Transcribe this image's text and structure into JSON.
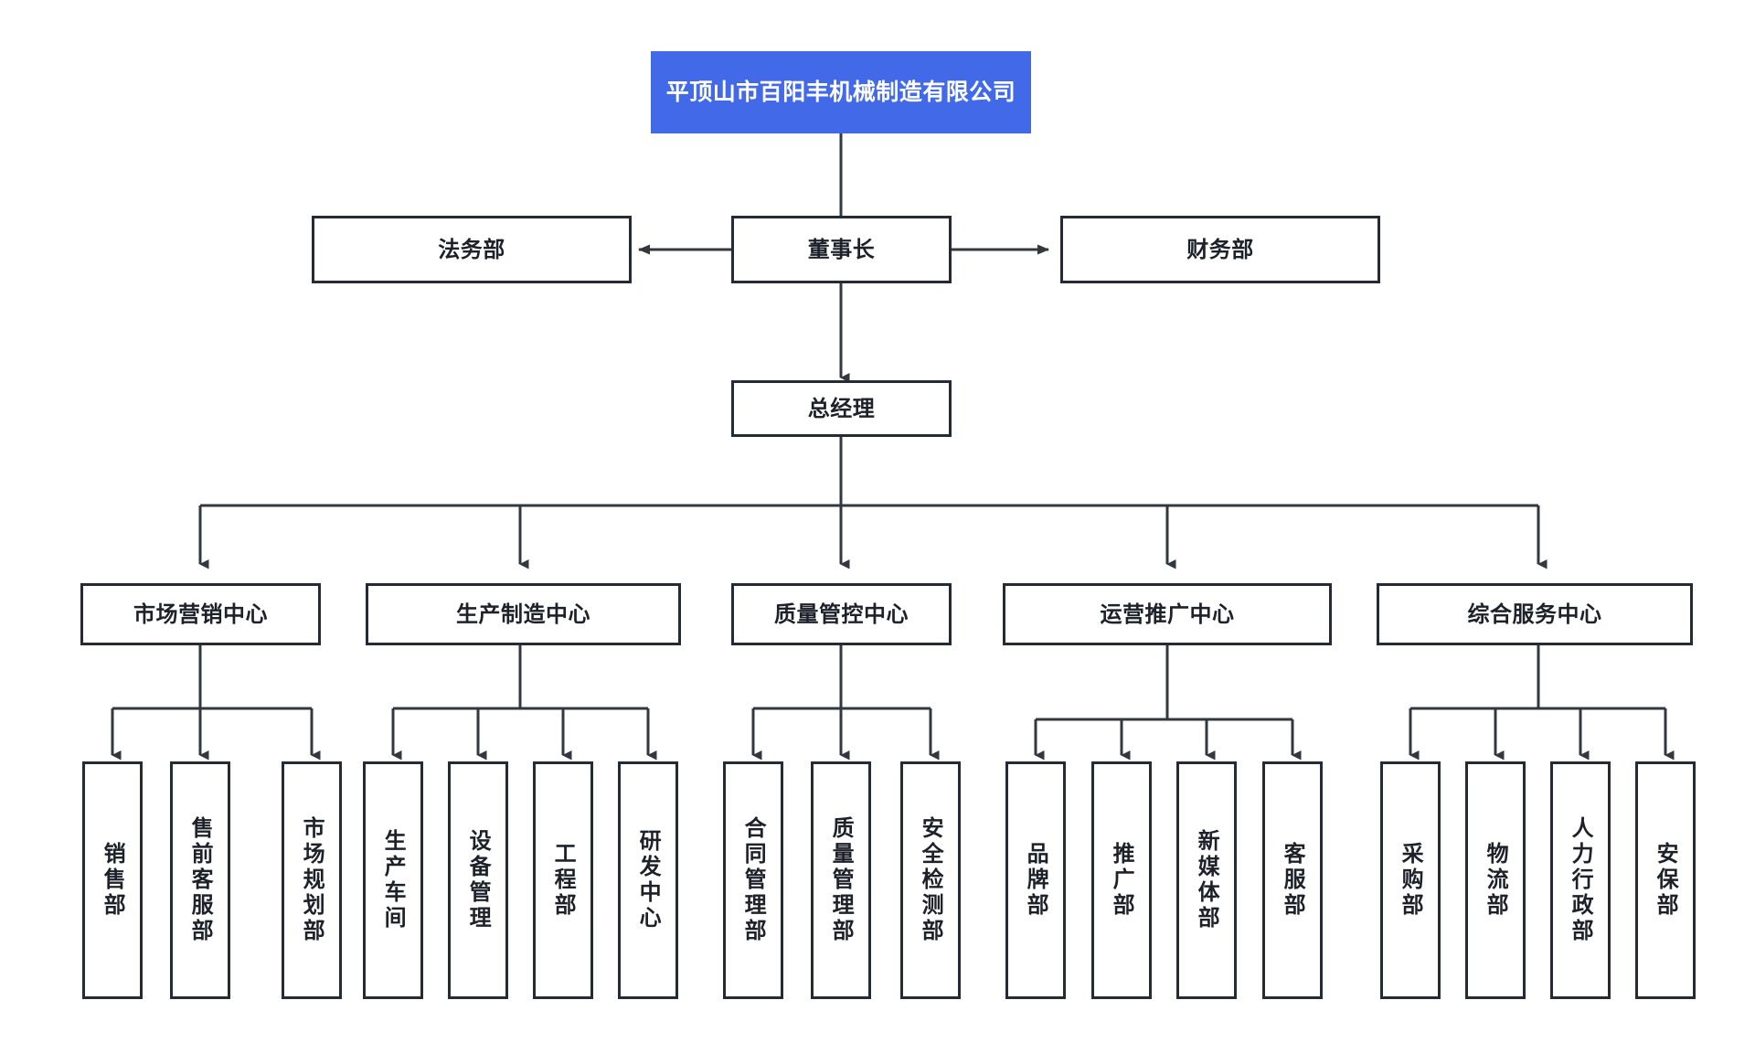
{
  "diagram": {
    "type": "organization-chart",
    "title": "平顶山市百阳丰机械制造有限公司",
    "accent_color": "#4269e8",
    "border_color": "#242b35",
    "background_color": "#ffffff",
    "connector_color": "#333840"
  },
  "nodes": {
    "company": {
      "label": "平顶山市百阳丰机械制造有限公司",
      "level": 0
    },
    "legal": {
      "label": "法务部",
      "level": 1
    },
    "chairman": {
      "label": "董事长",
      "level": 1
    },
    "finance": {
      "label": "财务部",
      "level": 1
    },
    "general_manager": {
      "label": "总经理",
      "level": 2
    },
    "centers": [
      {
        "label": "市场营销中心"
      },
      {
        "label": "生产制造中心"
      },
      {
        "label": "质量管控中心"
      },
      {
        "label": "运营推广中心"
      },
      {
        "label": "综合服务中心"
      }
    ],
    "departments": [
      {
        "label": "销售部"
      },
      {
        "label": "售前客服部"
      },
      {
        "label": "市场规划部"
      },
      {
        "label": "生产车间"
      },
      {
        "label": "设备管理"
      },
      {
        "label": "工程部"
      },
      {
        "label": "研发中心"
      },
      {
        "label": "合同管理部"
      },
      {
        "label": "质量管理部"
      },
      {
        "label": "安全检测部"
      },
      {
        "label": "品牌部"
      },
      {
        "label": "推广部"
      },
      {
        "label": "新媒体部"
      },
      {
        "label": "客服部"
      },
      {
        "label": "采购部"
      },
      {
        "label": "物流部"
      },
      {
        "label": "人力行政部"
      },
      {
        "label": "安保部"
      }
    ]
  }
}
